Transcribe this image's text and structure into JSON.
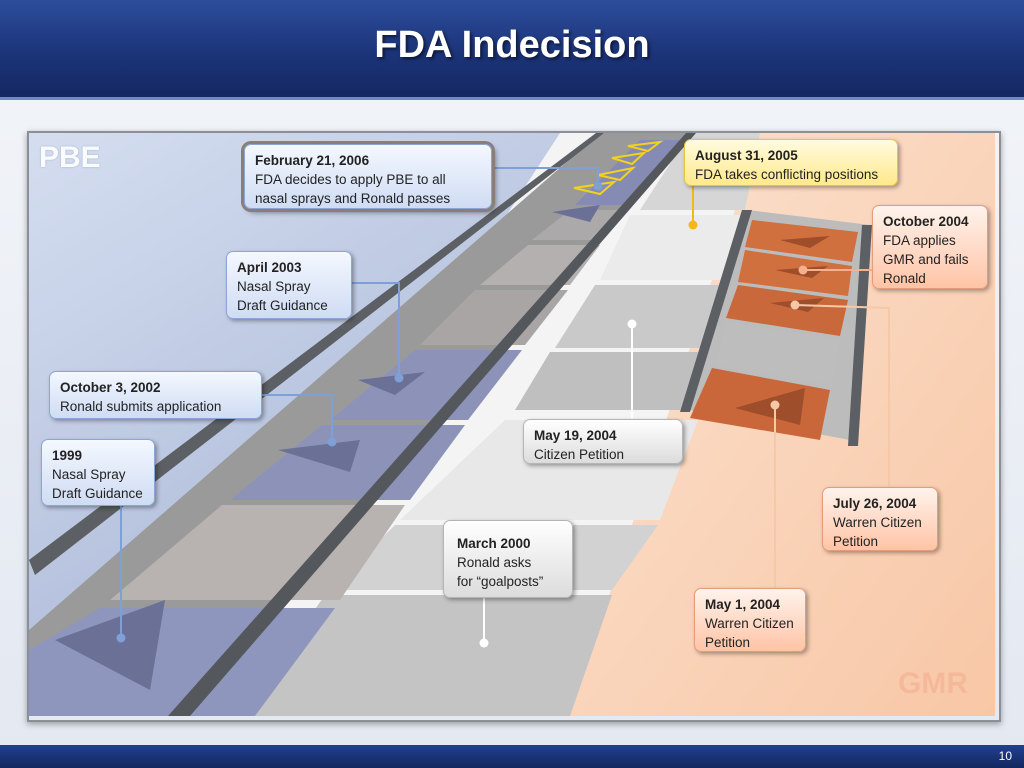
{
  "slide": {
    "title": "FDA Indecision",
    "page_number": "10"
  },
  "zones": {
    "left": "PBE",
    "right": "GMR"
  },
  "events": [
    {
      "id": "1999",
      "date": "1999",
      "text": "Nasal Spray\nDraft Guidance",
      "track": "PBE"
    },
    {
      "id": "2002",
      "date": "October 3, 2002",
      "text": "Ronald submits application",
      "track": "PBE"
    },
    {
      "id": "2003",
      "date": "April 2003",
      "text": "Nasal Spray\nDraft Guidance",
      "track": "PBE"
    },
    {
      "id": "2006",
      "date": "February 21, 2006",
      "text": "FDA decides to apply PBE to all\nnasal sprays and Ronald passes",
      "track": "PBE"
    },
    {
      "id": "2000",
      "date": "March 2000",
      "text": "Ronald asks\nfor “goalposts”",
      "track": "middle"
    },
    {
      "id": "2004may19",
      "date": "May 19, 2004",
      "text": " Citizen Petition",
      "track": "middle"
    },
    {
      "id": "2005",
      "date": "August 31, 2005",
      "text": "FDA takes conflicting positions",
      "track": "middle"
    },
    {
      "id": "2004oct",
      "date": "October 2004",
      "text": "FDA applies\nGMR and fails\nRonald",
      "track": "GMR"
    },
    {
      "id": "2004jul",
      "date": "July 26, 2004",
      "text": "Warren Citizen\nPetition",
      "track": "GMR"
    },
    {
      "id": "2004may1",
      "date": "May 1, 2004",
      "text": "Warren Citizen\nPetition",
      "track": "GMR"
    }
  ],
  "colors": {
    "pbe_tile": "#8e96b9",
    "gmr_tile": "#d0703f",
    "rail": "#5c5f63",
    "title_bar": "#1b3378"
  }
}
